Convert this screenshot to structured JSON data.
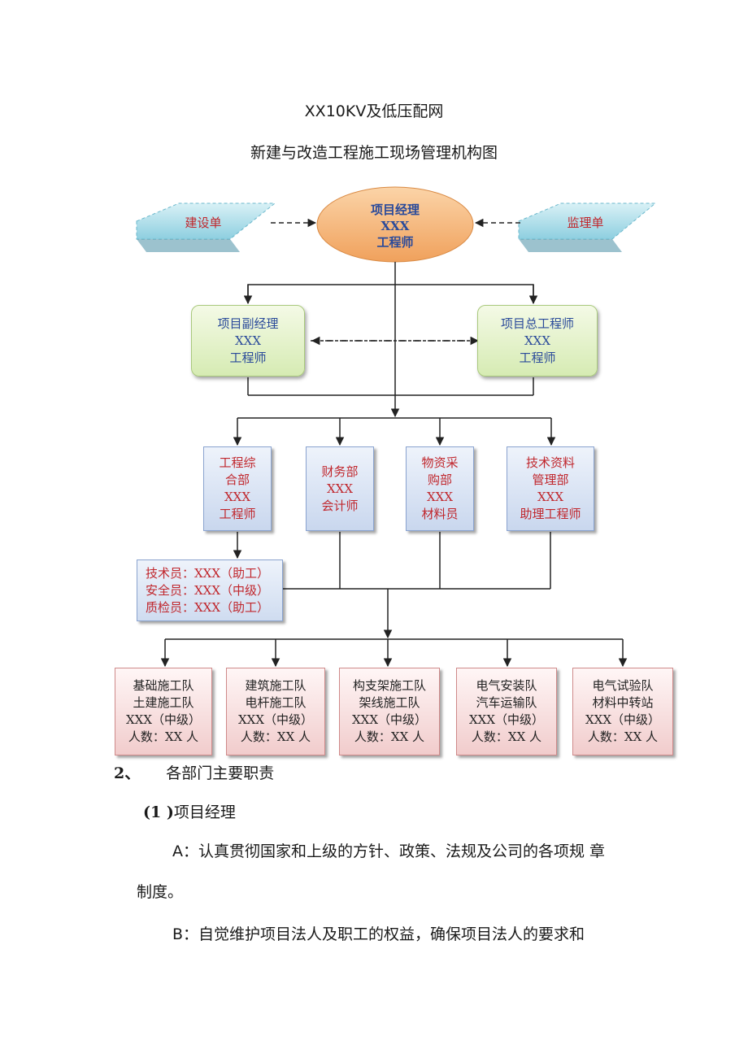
{
  "title_line1": "XX10KV及低压配网",
  "title_line2": "新建与改造工程施工现场管理机构图",
  "org": {
    "left_diamond": "建设单",
    "right_diamond": "监理单",
    "top": [
      "项目经理",
      "XXX",
      "工程师"
    ],
    "deputy": [
      "项目副经理",
      "XXX",
      "工程师"
    ],
    "chief": [
      "项目总工程师",
      "XXX",
      "工程师"
    ],
    "depts": [
      {
        "l1": "工程综",
        "l2": "合部",
        "l3": "XXX",
        "l4": "工程师"
      },
      {
        "l1": "财务部",
        "l2": "XXX",
        "l3": "会计师"
      },
      {
        "l1": "物资采",
        "l2": "购部",
        "l3": "XXX",
        "l4": "材料员"
      },
      {
        "l1": "技术资料",
        "l2": "管理部",
        "l3": "XXX",
        "l4": "助理工程师"
      }
    ],
    "staff": [
      "技术员：XXX（助工）",
      "安全员：XXX（中级）",
      "质检员：XXX（助工）"
    ],
    "teams": [
      {
        "l1": "基础施工队",
        "l2": "土建施工队",
        "l3": "XXX（中级）",
        "l4": "人数：XX 人"
      },
      {
        "l1": "建筑施工队",
        "l2": "电杆施工队",
        "l3": "XXX（中级）",
        "l4": "人数：XX 人"
      },
      {
        "l1": "构支架施工队",
        "l2": "架线施工队",
        "l3": "XXX（中级）",
        "l4": "人数：XX 人"
      },
      {
        "l1": "电气安装队",
        "l2": "汽车运输队",
        "l3": "XXX（中级）",
        "l4": "人数：XX 人"
      },
      {
        "l1": "电气试验队",
        "l2": "材料中转站",
        "l3": "XXX（中级）",
        "l4": "人数：XX 人"
      }
    ]
  },
  "section": {
    "num": "2、",
    "title": "各部门主要职责"
  },
  "sub": {
    "num": "(1 )",
    "title": "项目经理"
  },
  "para_a": "A：认真贯彻国家和上级的方针、政策、法规及公司的各项规  章",
  "para_a2": "制度。",
  "para_b": "B：自觉维护项目法人及职工的权益，确保项目法人的要求和"
}
